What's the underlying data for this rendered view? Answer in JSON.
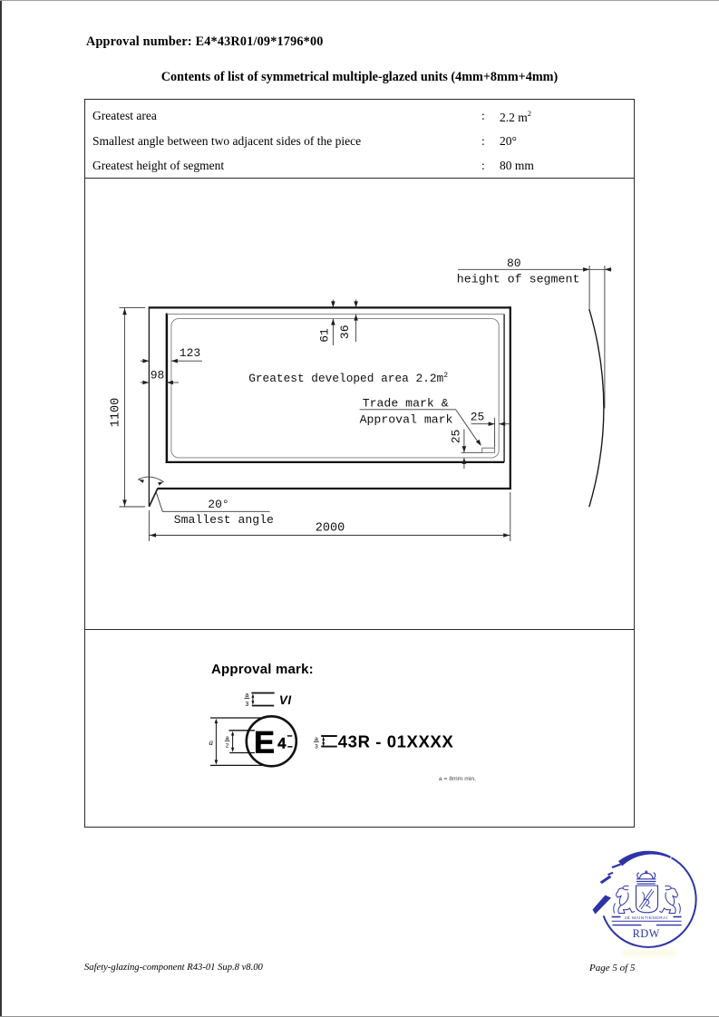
{
  "page": {
    "approval_number": "Approval number: E4*43R01/09*1796*00",
    "title": "Contents of list of symmetrical multiple-glazed units (4mm+8mm+4mm)"
  },
  "spec_table": {
    "rows": [
      {
        "label": "Greatest area",
        "colon": ":",
        "value": "2.2 m",
        "value_sup": "2"
      },
      {
        "label": "Smallest angle between two adjacent sides of the piece",
        "colon": ":",
        "value": "20°"
      },
      {
        "label": "Greatest height of segment",
        "colon": ":",
        "value": "80 mm"
      }
    ]
  },
  "diagram": {
    "dims": {
      "piece_height": "1100",
      "piece_width": "2000",
      "left_inset_outer": "123",
      "left_inset_inner": "98",
      "top_inset_outer": "61",
      "top_inset_inner": "36",
      "mark_offset_horizontal": "25",
      "mark_offset_vertical": "25",
      "segment_height_value": "80",
      "smallest_angle_value": "20°"
    },
    "labels": {
      "developed_area": "Greatest developed area 2.2m",
      "developed_area_sup": "2",
      "trade_mark_line1": "Trade mark &",
      "trade_mark_line2": "Approval mark",
      "smallest_angle": "Smallest angle",
      "segment_height": "height of segment"
    }
  },
  "approval_mark": {
    "heading": "Approval mark:",
    "class_label": "VI",
    "frac_vi_top": "a",
    "frac_vi_bottom": "3",
    "circle_letter": "E",
    "circle_digit": "4",
    "dim_a_label": "a",
    "frac_e_top": "a",
    "frac_e_bottom": "2",
    "frac_code_top": "a",
    "frac_code_bottom": "3",
    "code": "43R - 01XXXX",
    "note": "a = 8mm min."
  },
  "logo": {
    "motto": "JE MAINTIENDRAI",
    "name": "RDW",
    "color": "#2e34a7"
  },
  "footer": {
    "left": "Safety-glazing-component R43-01 Sup.8 v8.00",
    "right": "Page 5 of 5"
  }
}
